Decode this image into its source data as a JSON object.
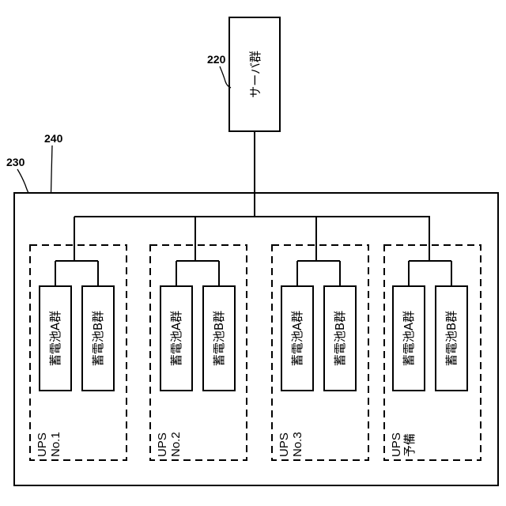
{
  "refs": {
    "server": "220",
    "system": "230",
    "battery": "240"
  },
  "server_group": {
    "label": "サーバ群"
  },
  "ups_units": [
    {
      "name_line1": "UPS",
      "name_line2": "No.1",
      "battery_a": "蓄電池A群",
      "battery_b": "蓄電池B群"
    },
    {
      "name_line1": "UPS",
      "name_line2": "No.2",
      "battery_a": "蓄電池A群",
      "battery_b": "蓄電池B群"
    },
    {
      "name_line1": "UPS",
      "name_line2": "No.3",
      "battery_a": "蓄電池A群",
      "battery_b": "蓄電池B群"
    },
    {
      "name_line1": "UPS",
      "name_line2": "予備",
      "battery_a": "蓄電池A群",
      "battery_b": "蓄電池B群"
    }
  ]
}
